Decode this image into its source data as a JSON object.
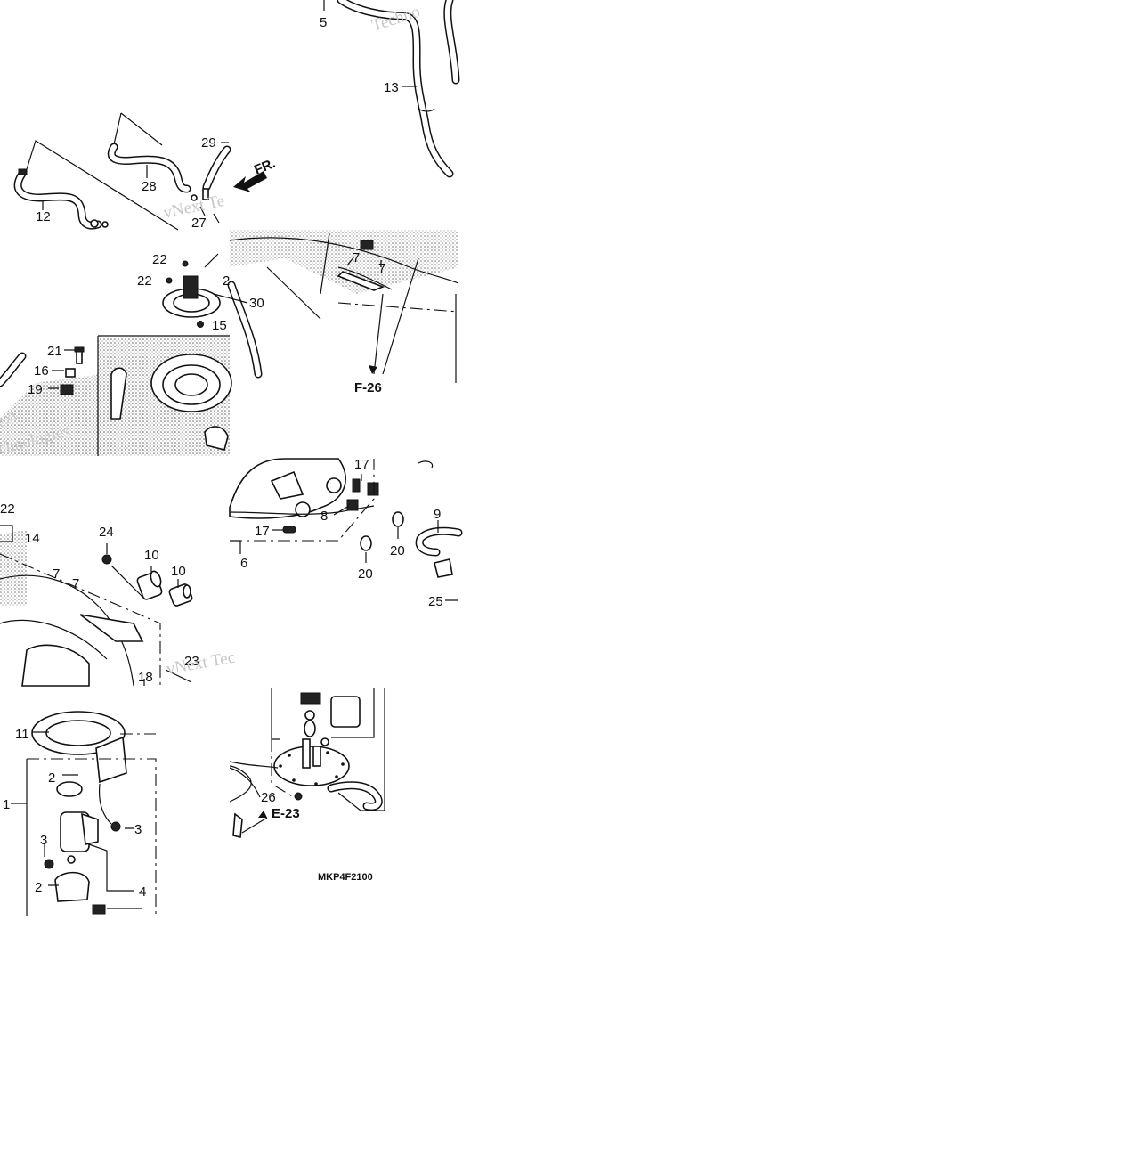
{
  "diagram": {
    "code": "MKP4F2100",
    "front_marker": "FR.",
    "references": {
      "f26": "F-26",
      "e23": "E-23"
    },
    "watermark": {
      "a": "vNext Te",
      "b": "Techno",
      "c": "chnologies",
      "d": "ext",
      "e": "vNext Tec"
    },
    "labels": {
      "l5": "5",
      "l13": "13",
      "l29": "29",
      "l28": "28",
      "l12": "12",
      "l27": "27",
      "l22a": "22",
      "l22b": "22",
      "l2a": "2",
      "l30": "30",
      "l15": "15",
      "l21": "21",
      "l16": "16",
      "l19": "19",
      "l7a": "7",
      "l7b": "7",
      "l17a": "17",
      "l8": "8",
      "l17b": "17",
      "l6": "6",
      "l9": "9",
      "l20a": "20",
      "l20b": "20",
      "l25": "25",
      "l22c": "22",
      "l14": "14",
      "l24": "24",
      "l10a": "10",
      "l10b": "10",
      "l7c": "7",
      "l7d": "7",
      "l23": "23",
      "l18": "18",
      "l11": "11",
      "l2b": "2",
      "l1": "1",
      "l3a": "3",
      "l3b": "3",
      "l2c": "2",
      "l4": "4",
      "l26": "26"
    }
  }
}
